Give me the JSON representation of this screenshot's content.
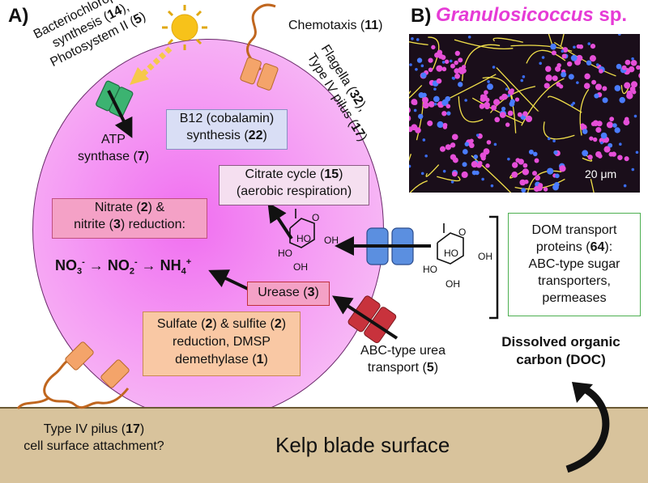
{
  "panel_a": {
    "label": "A)"
  },
  "panel_b": {
    "label": "B)",
    "organism": "Granulosicoccus",
    "organism_suffix": "sp.",
    "scale_bar": "20 μm"
  },
  "labels": {
    "bchl_line1": "Bacteriochlorophyll",
    "bchl_line2_pre": "synthesis (",
    "bchl_count": "14",
    "bchl_line2_post": "),",
    "ps2_pre": "Photosystem II (",
    "ps2_count": "5",
    "ps2_post": ")",
    "atp_line1": "ATP",
    "atp_line2_pre": "synthase (",
    "atp_count": "7",
    "atp_line2_post": ")",
    "chemotaxis_pre": "Chemotaxis (",
    "chemotaxis_count": "11",
    "chemotaxis_post": ")",
    "flagella_pre": "Flagella (",
    "flagella_count": "32",
    "flagella_post": "),",
    "pilus_pre": "Type IV pilus (",
    "pilus_count": "17",
    "pilus_post": ")",
    "b12_line1": "B12 (cobalamin)",
    "b12_line2_pre": "synthesis (",
    "b12_count": "22",
    "b12_line2_post": ")",
    "citrate_pre": "Citrate cycle (",
    "citrate_count": "15",
    "citrate_post": ")",
    "citrate_line2": "(aerobic respiration)",
    "nitrate_pre": "Nitrate (",
    "nitrate_count": "2",
    "nitrate_post": ") &",
    "nitrite_pre": "nitrite (",
    "nitrite_count": "3",
    "nitrite_post": ") reduction:",
    "no3": "NO",
    "no3_sub": "3",
    "no3_sup": "-",
    "no2": "NO",
    "no2_sub": "2",
    "no2_sup": "-",
    "nh4": "NH",
    "nh4_sub": "4",
    "nh4_sup": "+",
    "arrow1": "→",
    "arrow2": "→",
    "urease_pre": "Urease (",
    "urease_count": "3",
    "urease_post": ")",
    "sulfate_pre": "Sulfate (",
    "sulfate_count": "2",
    "sulfate_mid": ") & sulfite (",
    "sulfite_count": "2",
    "sulfate_post": ")",
    "sulfate_line2": "reduction, DMSP",
    "sulfate_line3_pre": "demethylase (",
    "dmsp_count": "1",
    "sulfate_line3_post": ")",
    "urea_line1": "ABC-type urea",
    "urea_line2_pre": "transport (",
    "urea_count": "5",
    "urea_line2_post": ")",
    "dom_line1": "DOM transport",
    "dom_line2_pre": "proteins (",
    "dom_count": "64",
    "dom_line2_post": "):",
    "dom_line3": "ABC-type sugar",
    "dom_line4": "transporters,",
    "dom_line5": "permeases",
    "doc_line1": "Dissolved organic",
    "doc_line2": "carbon (DOC)",
    "pilus_bottom_pre": "Type IV pilus (",
    "pilus_bottom_count": "17",
    "pilus_bottom_post": ")",
    "pilus_bottom_line2": "cell surface attachment?",
    "kelp": "Kelp blade surface",
    "sugar_ho1": "HO",
    "sugar_ho2": "HO",
    "sugar_oh1": "OH",
    "sugar_oh2": "OH",
    "sugar_o": "O",
    "sugar2_ho1": "HO",
    "sugar2_ho2": "HO",
    "sugar2_oh1": "OH",
    "sugar2_oh2": "OH",
    "sugar2_o": "O"
  },
  "colors": {
    "cell": "#f48ef2",
    "sun": "#f7c21a",
    "atp_synthase": "#3cb371",
    "flagella_motor": "#f4a46a",
    "dom_transporter": "#5b8fe0",
    "urea_transporter": "#c8323c",
    "kelp": "#d8c39c",
    "magenta_title": "#e63bd6"
  }
}
